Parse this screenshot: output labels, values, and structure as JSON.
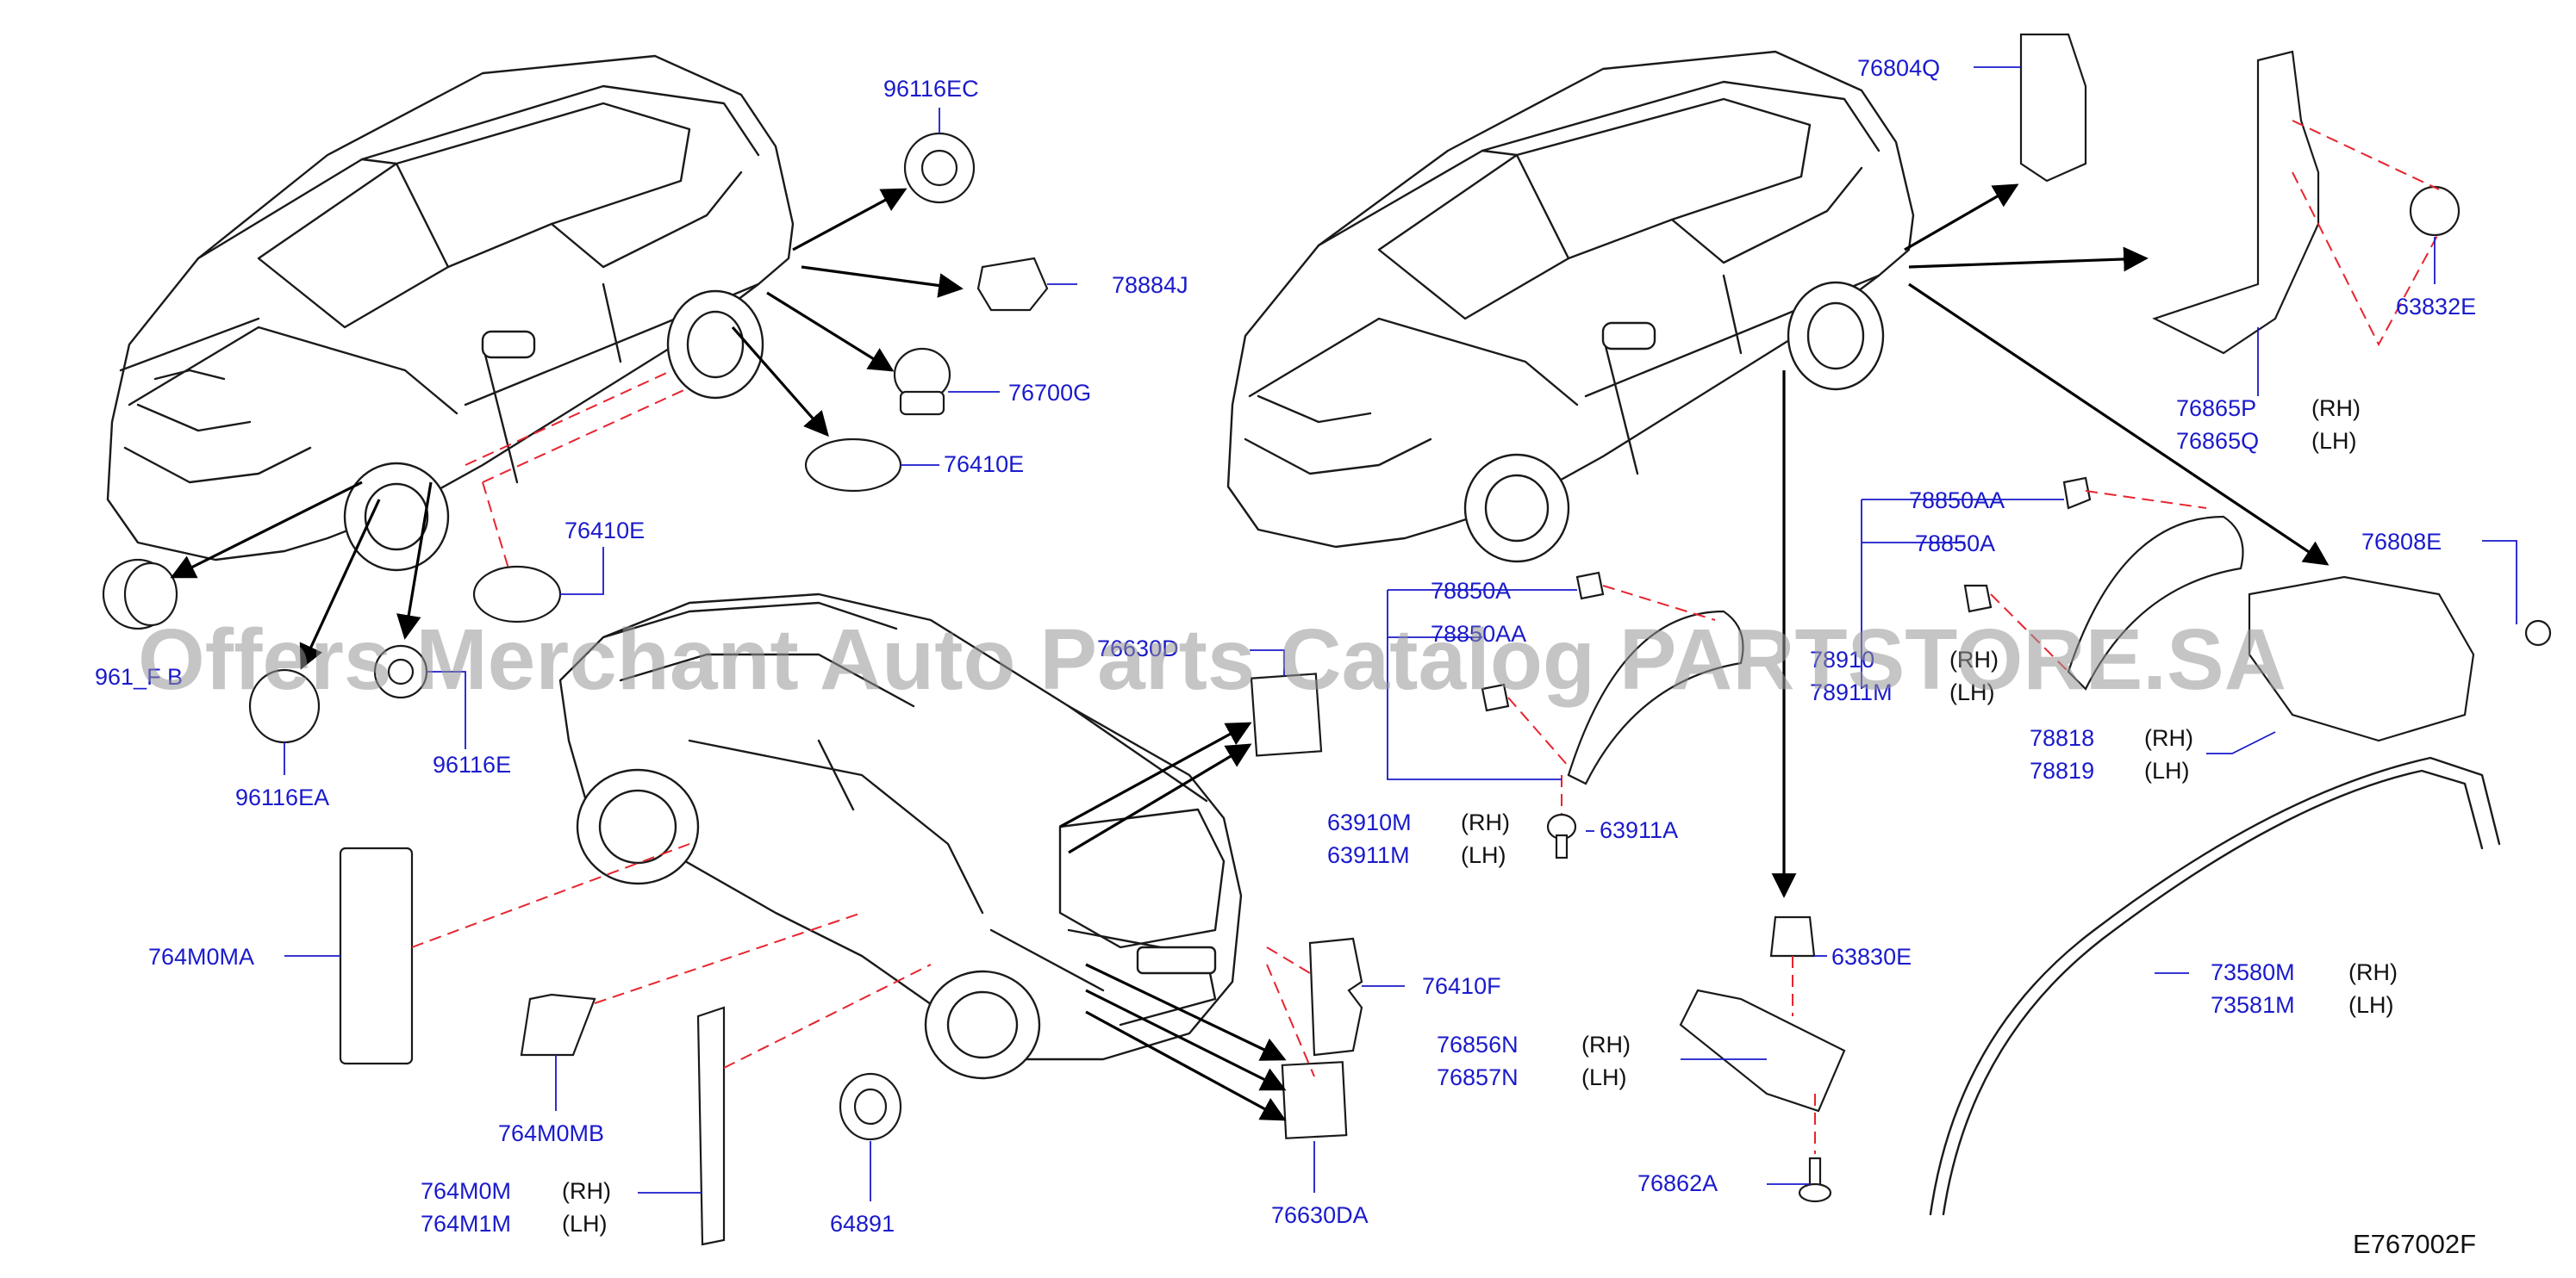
{
  "labels": {
    "p96116EC": "96116EC",
    "p78884J": "78884J",
    "p76700G": "76700G",
    "p76410E_a": "76410E",
    "p76410E_b": "76410E",
    "p961__B": "961_F B",
    "p96116EA": "96116EA",
    "p96116E": "96116E",
    "p764M0MA": "764M0MA",
    "p764M0MB": "764M0MB",
    "p764M0M": "764M0M",
    "p764M1M": "764M1M",
    "p64891": "64891",
    "p766300": "76630D",
    "p76410F": "76410F",
    "p76630DA": "76630DA",
    "p76804Q": "76804Q",
    "p63832E": "63832E",
    "p76865P": "76865P",
    "p76865Q": "76865Q",
    "p78850AA_a": "78850AA",
    "p78850A_a": "78850A",
    "p78850A_b": "78850A",
    "p78850AA_b": "78850AA",
    "p78910": "78910",
    "p78911M": "78911M",
    "p76808E": "76808E",
    "p78818": "78818",
    "p78819": "78819",
    "p63910M": "63910M",
    "p63911M": "63911M",
    "p63911A": "63911A",
    "p63830E": "63830E",
    "p76856N": "76856N",
    "p76857N": "76857N",
    "p76862A": "76862A",
    "p73580M": "73580M",
    "p73581M": "73581M"
  },
  "sides": {
    "rh": "(RH)",
    "lh": "(LH)"
  },
  "diagram_ref": "E767002F",
  "watermark": "Offers Merchant Auto Parts Catalog PARTSTORE.SA",
  "colors": {
    "label": "#1a1acc",
    "leader": "#1a1acc",
    "dashed_link": "#e8242f",
    "line_art": "#1a1a1a"
  }
}
